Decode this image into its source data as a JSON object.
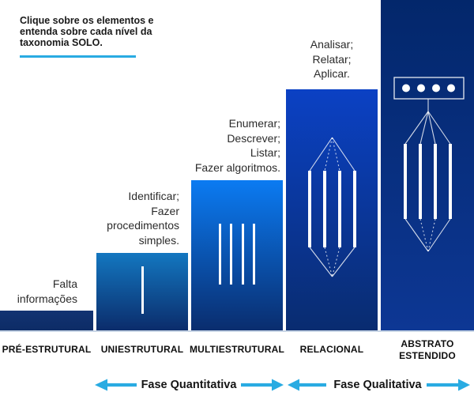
{
  "accent": "#29ABE2",
  "intro": {
    "text": "Clique sobre os elementos e\nentenda sobre cada nível da\ntaxonomia SOLO."
  },
  "levels": [
    {
      "label": "PRÉ-ESTRUTURAL",
      "description": "Falta\ninformações",
      "colors": {
        "top": "#123372",
        "bottom": "#0d2c66"
      }
    },
    {
      "label": "UNIESTRUTURAL",
      "description": "Identificar;\nFazer\nprocedimentos\nsimples.",
      "colors": {
        "top": "#1377c0",
        "bottom": "#0b2c6b"
      }
    },
    {
      "label": "MULTIESTRUTURAL",
      "description": "Enumerar;\nDescrever;\nListar;\nFazer algoritmos.",
      "colors": {
        "top": "#0b7bf2",
        "bottom": "#0a2d6e"
      }
    },
    {
      "label": "RELACIONAL",
      "description": "Analisar;\nRelatar;\nAplicar.",
      "colors": {
        "top": "#0b41c4",
        "bottom": "#092c70"
      }
    },
    {
      "label": "ABSTRATO\nESTENDIDO",
      "colors": {
        "top": "#03276b",
        "bottom": "#0d3794"
      }
    }
  ],
  "phases": [
    {
      "label": "Fase Quantitativa"
    },
    {
      "label": "Fase Qualitativa"
    }
  ]
}
